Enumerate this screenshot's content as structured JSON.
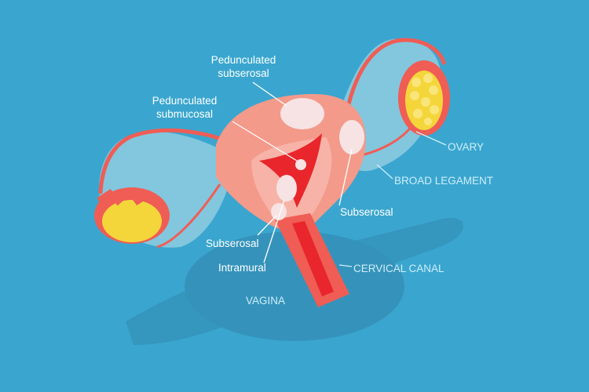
{
  "labels": {
    "pedunculated_subserosal": [
      "Pedunculated",
      "subserosal"
    ],
    "pedunculated_submucosal": [
      "Pedunculated",
      "submucosal"
    ],
    "subserosal_right": "Subserosal",
    "subserosal_left": "Subserosal",
    "intramural": "Intramural",
    "ovary": "OVARY",
    "broad_ligament": "BROAD LEGAMENT",
    "cervical_canal": "CERVICAL CANAL",
    "vagina": "VAGINA"
  },
  "colors": {
    "background": "#3aa6cf",
    "shadow": "#3593bb",
    "ligament": "#8fcde0",
    "tube": "#ef5d55",
    "uterus_outer": "#f39a8a",
    "uterus_inner": "#f7b3a8",
    "cavity": "#e8262c",
    "ovary_yellow": "#f4d63b",
    "fibroid": "#f7e3e4",
    "label_white": "#ffffff",
    "label_pale": "#cfeefa"
  }
}
